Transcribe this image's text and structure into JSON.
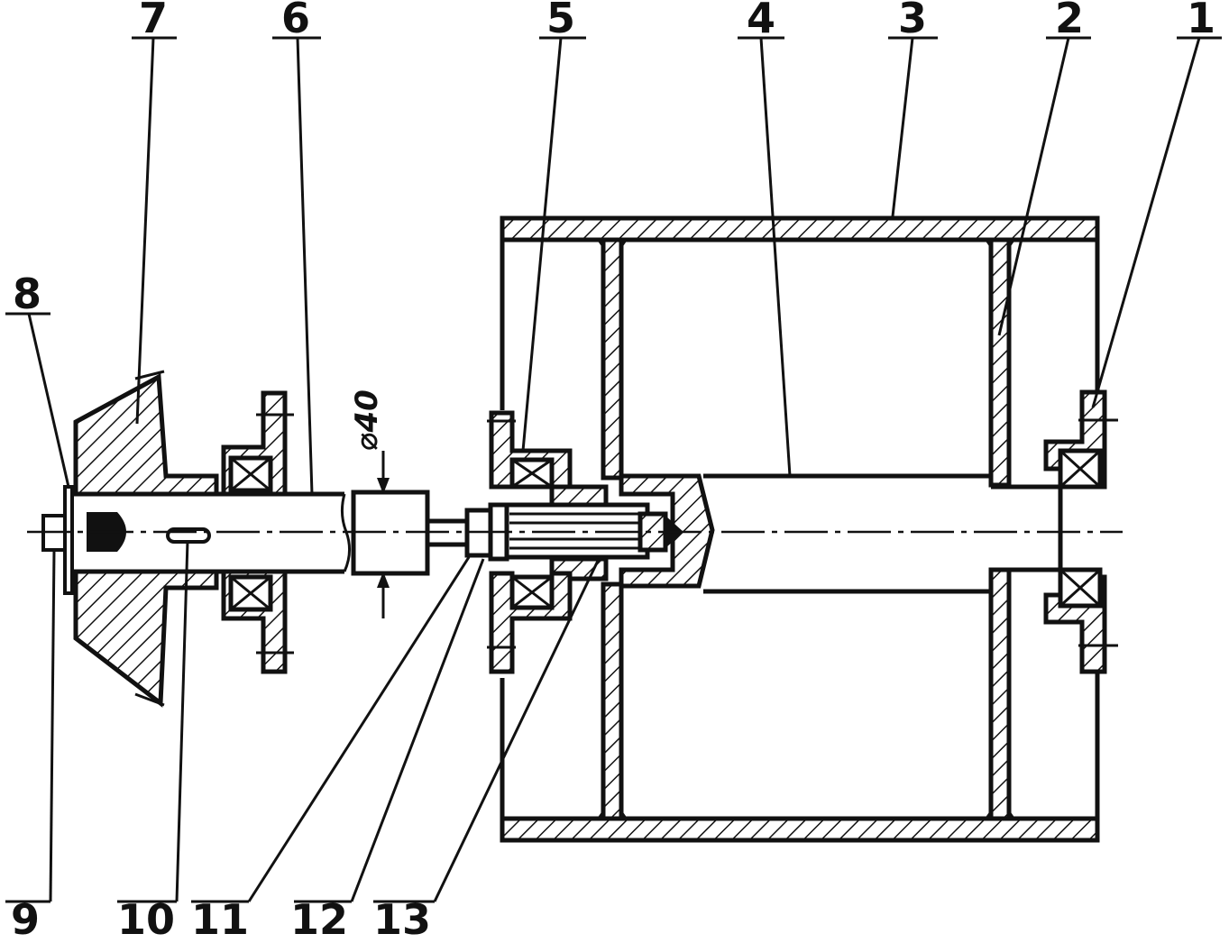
{
  "diagram": {
    "dimension": {
      "label": "⌀40"
    },
    "callouts": {
      "c1": "1",
      "c2": "2",
      "c3": "3",
      "c4": "4",
      "c5": "5",
      "c6": "6",
      "c7": "7",
      "c8": "8",
      "c9": "9",
      "c10": "10",
      "c11": "11",
      "c12": "12",
      "c13": "13"
    },
    "colors": {
      "ink": "#111111",
      "paper": "#ffffff"
    }
  }
}
